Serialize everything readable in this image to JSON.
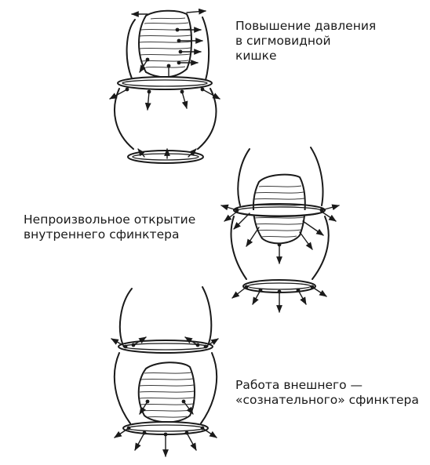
{
  "labels": {
    "stage1": [
      "Повышение давления",
      "в сигмовидной",
      "кишке"
    ],
    "stage2": [
      "Непроизвольное открытие",
      "внутреннего сфинктера"
    ],
    "stage3": [
      "Работа внешнего —",
      "«сознательного» сфинктера"
    ]
  },
  "colors": {
    "ink": "#1a1a1a",
    "background": "#ffffff"
  }
}
